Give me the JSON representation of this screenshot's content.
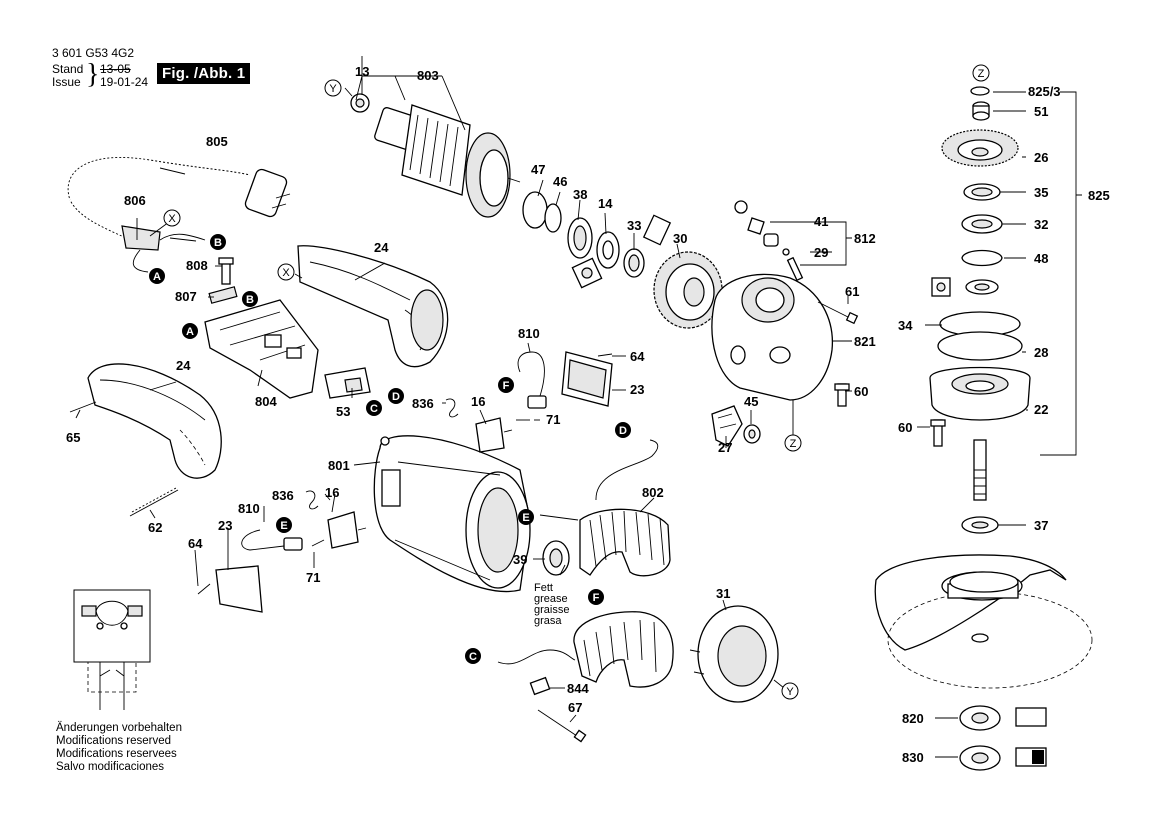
{
  "header": {
    "doc_number": "3 601 G53 4G2",
    "stand_label": "Stand",
    "issue_label": "Issue",
    "old_date": "13-05",
    "new_date": "19-01-24",
    "figure_label": "Fig. /Abb. 1"
  },
  "notes": {
    "line1": "Änderungen vorbehalten",
    "line2": "Modifications reserved",
    "line3": "Modifications reservees",
    "line4": "Salvo modificaciones"
  },
  "grease_note": {
    "line1": "Fett",
    "line2": "grease",
    "line3": "graisse",
    "line4": "grasa"
  },
  "part_labels": {
    "p13": "13",
    "p803": "803",
    "p805": "805",
    "p806": "806",
    "p808": "808",
    "p807": "807",
    "p24a": "24",
    "p24b": "24",
    "p804": "804",
    "p53": "53",
    "p836a": "836",
    "p836b": "836",
    "p65": "65",
    "p62": "62",
    "p47": "47",
    "p46": "46",
    "p38": "38",
    "p14": "14",
    "p33": "33",
    "p30": "30",
    "p41": "41",
    "p812": "812",
    "p29": "29",
    "p61": "61",
    "p821": "821",
    "p60a": "60",
    "p60b": "60",
    "p810a": "810",
    "p810b": "810",
    "p64a": "64",
    "p64b": "64",
    "p23a": "23",
    "p23b": "23",
    "p16a": "16",
    "p16b": "16",
    "p71a": "71",
    "p71b": "71",
    "p45": "45",
    "p27": "27",
    "p801": "801",
    "p802": "802",
    "p39": "39",
    "p31": "31",
    "p844": "844",
    "p67": "67",
    "p825_3": "825/3",
    "p51": "51",
    "p26": "26",
    "p35": "35",
    "p32": "32",
    "p48": "48",
    "p825": "825",
    "p34": "34",
    "p28": "28",
    "p22": "22",
    "p37": "37",
    "p820": "820",
    "p830": "830"
  },
  "connectors": {
    "A": "A",
    "B": "B",
    "C": "C",
    "D": "D",
    "E": "E",
    "F": "F",
    "X": "X",
    "Y": "Y",
    "Z": "Z"
  }
}
